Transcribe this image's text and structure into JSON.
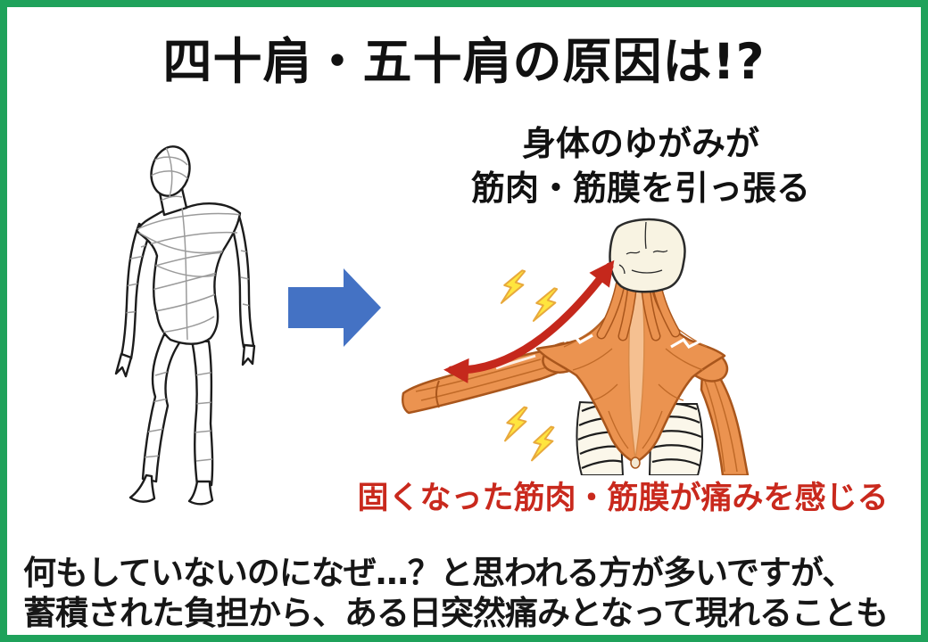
{
  "frame": {
    "border_color": "#1fa25b",
    "background": "#ffffff"
  },
  "title": {
    "text": "四十肩・五十肩の原因は!?"
  },
  "cause_label": {
    "line1": "身体のゆがみが",
    "line2": "筋肉・筋膜を引っ張る"
  },
  "pain_caption": {
    "text": "固くなった筋肉・筋膜が痛みを感じる",
    "color": "#c9291d"
  },
  "footer": {
    "line1": "何もしていないのになぜ…？と思われる方が多いですが、",
    "line2": "蓄積された負担から、ある日突然痛みとなって現れることも"
  },
  "illustration": {
    "mannequin": "distorted-body-wireframe",
    "block_arrow": {
      "name": "right-block-arrow",
      "color": "#4472c4"
    },
    "anatomy": {
      "name": "back-muscles-and-skull",
      "muscle_color": "#eb9350",
      "muscle_outline": "#a9561c",
      "skull_color": "#f8f3e2",
      "pull_arrow_color": "#c5281c",
      "lightning_fill": "#ffe53e",
      "lightning_outline": "#e8a93c"
    }
  }
}
